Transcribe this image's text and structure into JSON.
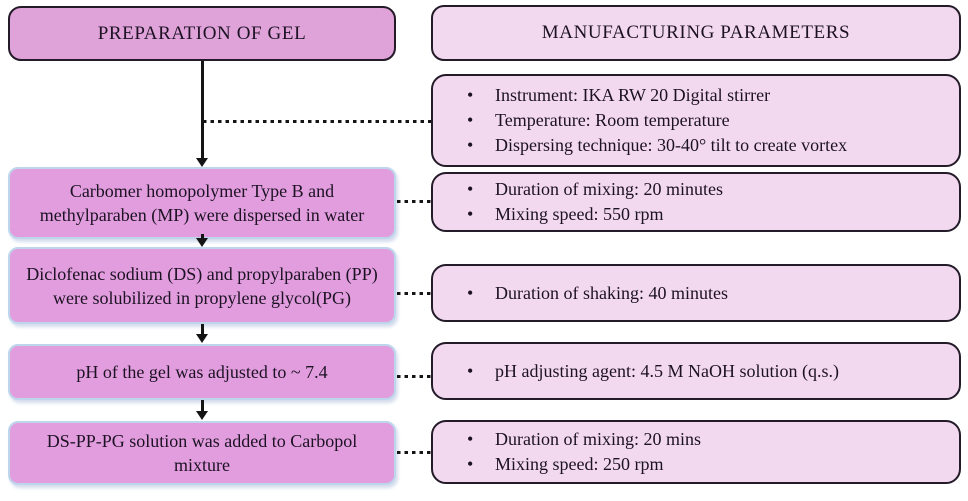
{
  "diagram": {
    "type": "flowchart",
    "left_column": {
      "header": "PREPARATION OF GEL",
      "steps": [
        "Carbomer homopolymer Type B and methylparaben (MP) were dispersed in water",
        "Diclofenac sodium (DS) and propylparaben (PP) were solubilized in propylene glycol(PG)",
        "pH of the gel was adjusted to ~ 7.4",
        "DS-PP-PG solution was added to Carbopol mixture"
      ]
    },
    "right_column": {
      "header": "MANUFACTURING PARAMETERS",
      "param_groups": [
        {
          "items": [
            "Instrument: IKA RW 20 Digital stirrer",
            "Temperature: Room temperature",
            "Dispersing technique: 30-40° tilt to create vortex"
          ]
        },
        {
          "items": [
            "Duration of mixing: 20 minutes",
            "Mixing speed: 550 rpm"
          ]
        },
        {
          "items": [
            "Duration of shaking: 40 minutes"
          ]
        },
        {
          "items": [
            "pH adjusting agent: 4.5 M NaOH solution (q.s.)"
          ]
        },
        {
          "items": [
            "Duration of mixing: 20 mins",
            "Mixing speed: 250 rpm"
          ]
        }
      ]
    },
    "colors": {
      "left_step_fill": "#e19ddd",
      "left_step_border": "#bdd6ec",
      "left_header_fill": "#dfa3da",
      "right_box_fill": "#f3d9f0",
      "dark_border": "#241b28",
      "text": "#1c1223",
      "connector": "#141414"
    }
  }
}
